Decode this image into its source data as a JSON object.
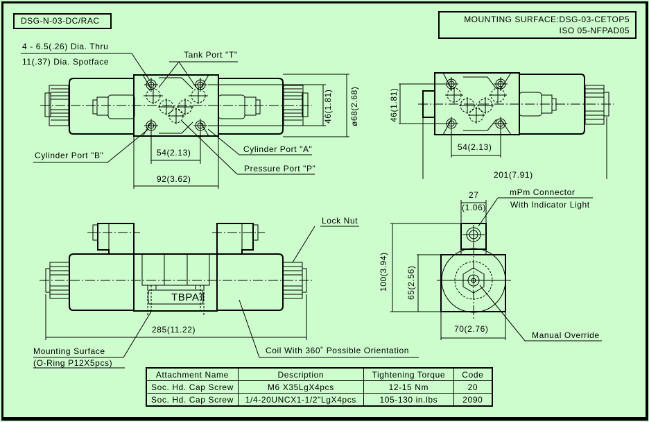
{
  "model": "DSG-N-03-DC/RAC",
  "mounting_surface": {
    "line1": "MOUNTING SURFACE:DSG-03-CETOP5",
    "line2": "ISO 05-NFPAD05"
  },
  "top_view": {
    "bolt_holes_line1": "4 - 6.5(.26) Dia. Thru",
    "bolt_holes_line2": "11(.37) Dia. Spotface",
    "tank_port": "Tank Port \"T\"",
    "cylinder_port_b": "Cylinder Port \"B\"",
    "cylinder_port_a": "Cylinder Port \"A\"",
    "pressure_port": "Pressure Port \"P\"",
    "dim_bolt_spacing": "54(2.13)",
    "dim_body_width": "92(3.62)",
    "dim_bolt_height": "46(1.81)",
    "dim_coil_dia": "ø68(2.68)"
  },
  "single_view": {
    "dim_bolt_height": "46(1.81)",
    "dim_bolt_spacing": "54(2.13)",
    "dim_overall_length": "201(7.91)"
  },
  "front_view": {
    "lock_nut": "Lock Nut",
    "port_markings": "TBPAT",
    "dim_overall_length": "285(11.22)",
    "mounting_surface_line1": "Mounting Surface",
    "mounting_surface_line2": "(O-Ring P12X5pcs)",
    "coil_note": "Coil With 360˚  Possible Orientation"
  },
  "end_view": {
    "dim_connector_width": "27",
    "dim_connector_width_in": "(1.06)",
    "connector_line1": "mPm Connector",
    "connector_line2": "With Indicator Light",
    "dim_total_height": "100(3.94)",
    "dim_body_height": "65(2.56)",
    "dim_body_width": "70(2.76)",
    "manual_override": "Manual Override"
  },
  "table": {
    "headers": [
      "Attachment Name",
      "Description",
      "Tightening Torque",
      "Code"
    ],
    "rows": [
      [
        "Soc. Hd. Cap Screw",
        "M6 X35LgX4pcs",
        "12-15 Nm",
        "20"
      ],
      [
        "Soc. Hd. Cap Screw",
        "1/4-20UNCX1-1/2\"LgX4pcs",
        "105-130 in.lbs",
        "2090"
      ]
    ]
  },
  "colors": {
    "background": "#cdfccd",
    "ink": "#000000"
  }
}
